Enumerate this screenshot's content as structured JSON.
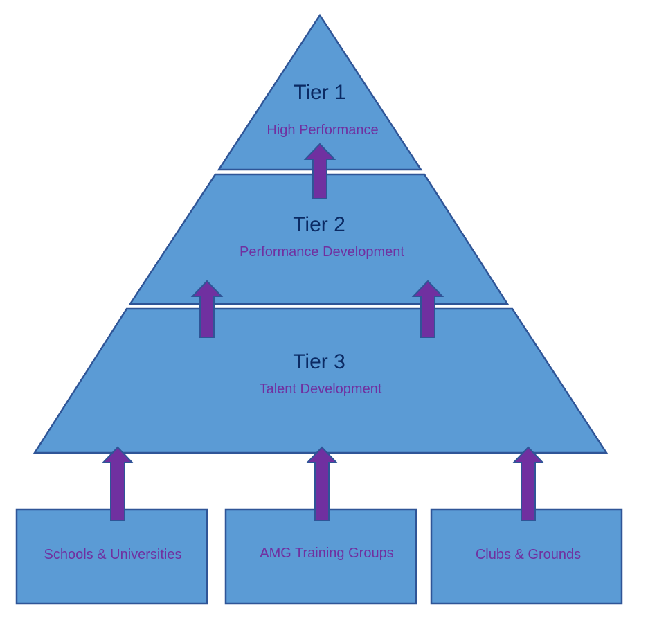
{
  "title": "Tiered development pyramid",
  "colors": {
    "fill": "#5b9bd5",
    "stroke": "#2f5597",
    "arrow": "#7030a0",
    "tier_text": "#0b2a63",
    "subtitle_text": "#7030a0"
  },
  "tiers": [
    {
      "title": "Tier 1",
      "subtitle": "High Performance"
    },
    {
      "title": "Tier 2",
      "subtitle": "Performance Development"
    },
    {
      "title": "Tier 3",
      "subtitle": "Talent Development"
    }
  ],
  "feeders": [
    {
      "label": "Schools & Universities"
    },
    {
      "label": "AMG Training Groups"
    },
    {
      "label": "Clubs & Grounds"
    }
  ]
}
